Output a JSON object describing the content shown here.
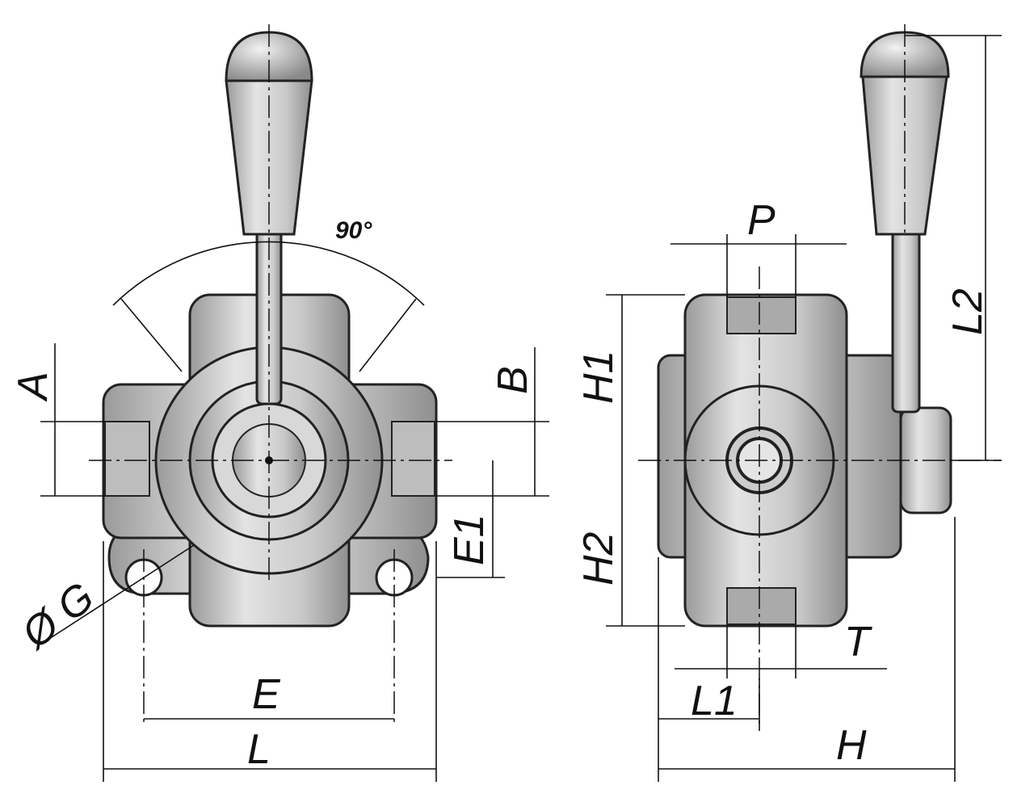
{
  "labels": {
    "angle": "90°",
    "A": "A",
    "B": "B",
    "E1": "E1",
    "G": "Ø G",
    "E": "E",
    "L": "L",
    "P": "P",
    "H1": "H1",
    "H2": "H2",
    "T": "T",
    "L1": "L1",
    "H": "H",
    "L2": "L2"
  }
}
